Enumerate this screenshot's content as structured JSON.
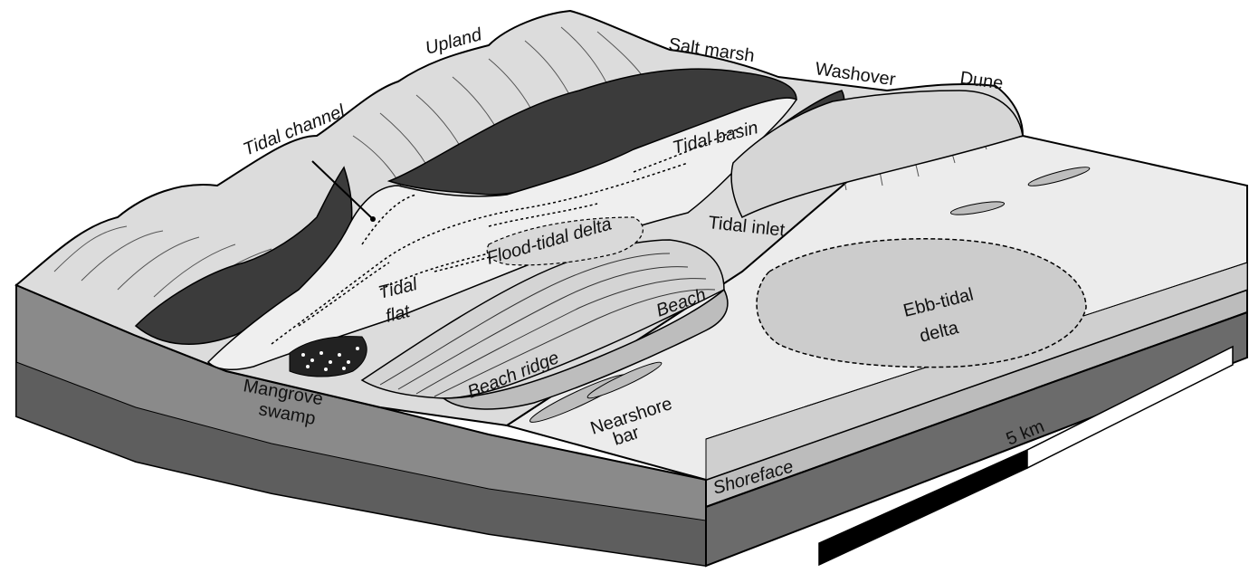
{
  "diagram": {
    "labels": {
      "upland": "Upland",
      "salt_marsh": "Salt marsh",
      "washover": "Washover",
      "dune": "Dune",
      "tidal_channel": "Tidal channel",
      "tidal_basin": "Tidal basin",
      "flood_tidal_delta": "Flood-tidal delta",
      "tidal_inlet": "Tidal inlet",
      "tidal_flat_line1": "Tidal",
      "tidal_flat_line2": "flat",
      "beach": "Beach",
      "ebb_tidal_delta_line1": "Ebb-tidal",
      "ebb_tidal_delta_line2": "delta",
      "mangrove_line1": "Mangrove",
      "mangrove_line2": "swamp",
      "beach_ridge": "Beach ridge",
      "nearshore_line1": "Nearshore",
      "nearshore_line2": "bar",
      "shoreface": "Shoreface"
    },
    "scale_bar": {
      "label": "5 km"
    },
    "colors": {
      "upland_fill": "#d9d9d9",
      "salt_marsh": "#3a3a3a",
      "tidal_flat": "#efefef",
      "sea_surface": "#eeeeee",
      "delta": "#c9c9c9",
      "block_front": "#7d7d7d",
      "block_side": "#9a9a9a",
      "lower_layer": "#555555"
    }
  }
}
